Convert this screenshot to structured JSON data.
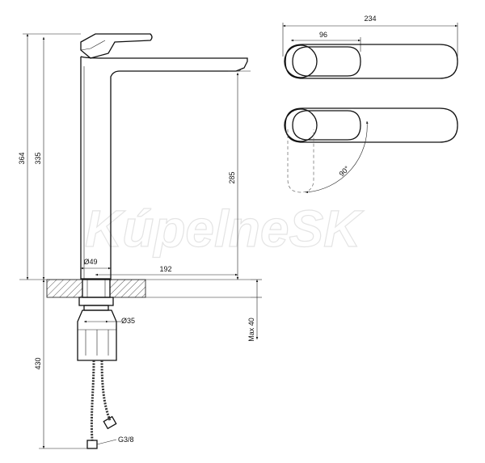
{
  "watermark": "KúpelneSK",
  "dimensions": {
    "height_total": "364",
    "height_spout": "335",
    "height_outlet": "285",
    "reach": "192",
    "base_diameter": "Ø49",
    "thread_diameter": "Ø35",
    "max_counter_thickness": "Max 40",
    "hose_length": "430",
    "hose_thread": "G3/8",
    "top_width": "234",
    "handle_width": "96",
    "rotation_angle": "90°"
  }
}
